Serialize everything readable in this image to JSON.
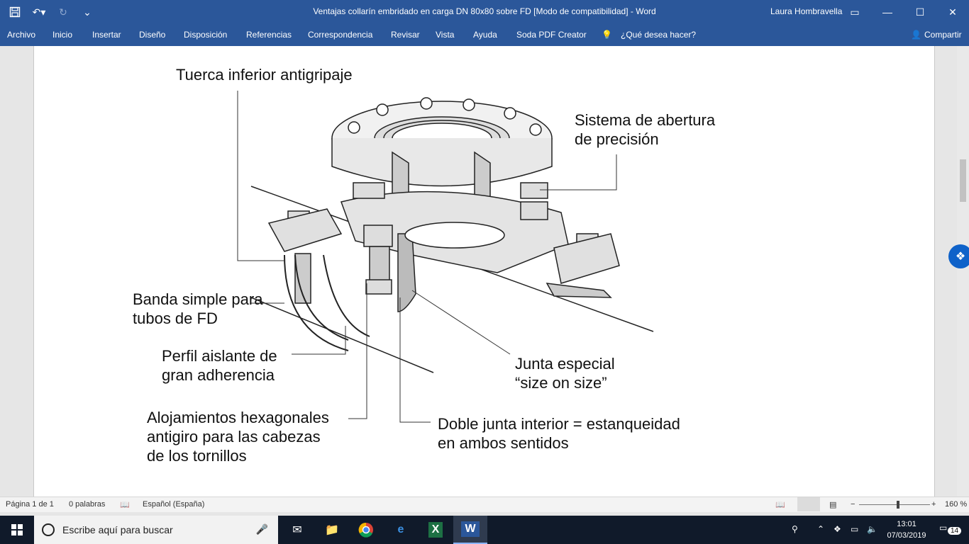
{
  "window": {
    "title": "Ventajas collarín embridado en carga DN 80x80 sobre FD [Modo de compatibilidad]  -  Word",
    "user": "Laura Hombravella"
  },
  "ribbon": {
    "tabs": [
      "Archivo",
      "Inicio",
      "Insertar",
      "Diseño",
      "Disposición",
      "Referencias",
      "Correspondencia",
      "Revisar",
      "Vista",
      "Ayuda",
      "Soda PDF Creator"
    ],
    "tell_me": "¿Qué desea hacer?",
    "share": "Compartir"
  },
  "document": {
    "callouts": {
      "tuerca": "Tuerca inferior antigripaje",
      "sistema": "Sistema de abertura\nde precisión",
      "banda": "Banda simple para\ntubos de FD",
      "perfil": "Perfil aislante de\ngran adherencia",
      "junta": "Junta especial\n“size on size”",
      "aloja": "Alojamientos hexagonales\nantigiro para las cabezas\nde los tornillos",
      "doble": "Doble junta interior = estanqueidad\nen ambos sentidos"
    }
  },
  "statusbar": {
    "page": "Página 1 de 1",
    "words": "0 palabras",
    "language": "Español (España)",
    "zoom": "160 %"
  },
  "taskbar": {
    "search_placeholder": "Escribe aquí para buscar",
    "time": "13:01",
    "date": "07/03/2019",
    "notifications": "14"
  }
}
